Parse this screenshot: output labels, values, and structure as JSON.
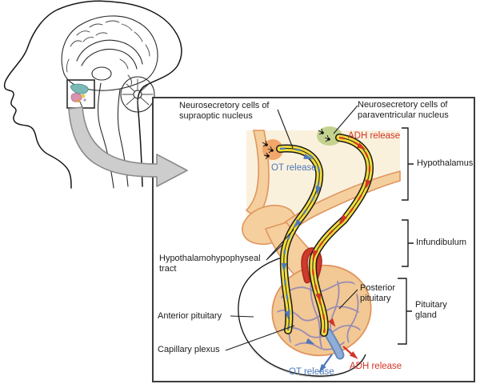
{
  "figure": {
    "labels": {
      "supraoptic_cells": "Neurosecretory cells of supraoptic nucleus",
      "paraventricular_cells": "Neurosecretory cells of paraventricular nucleus",
      "adh_release_top": "ADH release",
      "ot_release_top": "OT release",
      "hypothalamus": "Hypothalamus",
      "infundibulum": "Infundibulum",
      "hypophyseal_tract": "Hypothalamohypophyseal tract",
      "anterior_pituitary": "Anterior pituitary",
      "posterior_pituitary": "Posterior pituitary",
      "capillary_plexus": "Capillary plexus",
      "pituitary_gland": "Pituitary gland",
      "ot_release_bottom": "OT release",
      "adh_release_bottom": "ADH release"
    }
  },
  "colors": {
    "ot_blue": "#4d78ba",
    "adh_red": "#d33426",
    "axon_yellow": "#f2dc3c",
    "peach_fill": "#f5cf9e",
    "peach_outline": "#e0955e",
    "cream": "#faf1dd",
    "posterior_fill": "#f2c894",
    "capillary_purple": "#998cb5",
    "nucleus_green": "#c4d28f",
    "nucleus_orange": "#f2a66b",
    "artery_red": "#cf3a2b",
    "vein_blue": "#8fadd6",
    "arrow_gray": "#cdcdcd"
  }
}
